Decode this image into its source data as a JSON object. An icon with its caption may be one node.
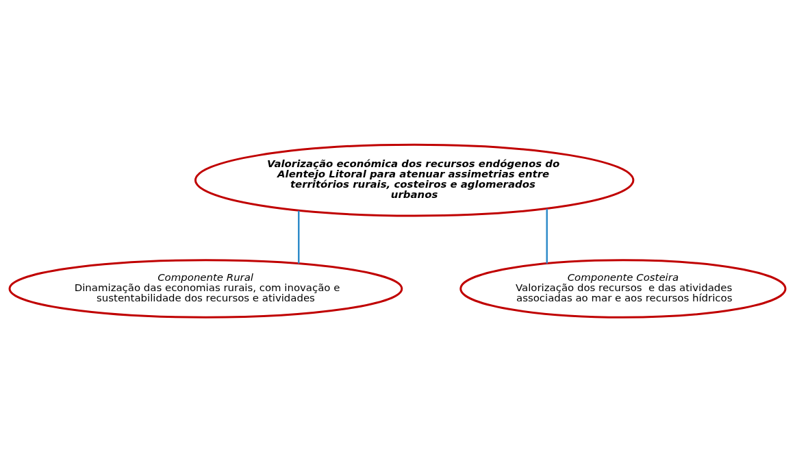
{
  "diagram": {
    "nodes": [
      {
        "text": [
          "Valorização económica dos recursos endógenos do Alentejo Litoral para atenuar assimetrias entre territórios rurais, costeiros e aglomerados urbanos"
        ]
      },
      {
        "text": [
          "Componente Rural",
          "Dinamização das economias rurais, com inovação e sustentabilidade dos recursos e atividades"
        ]
      },
      {
        "text": [
          "Componente Costeira",
          "Valorização dos recursos  e das atividades associadas ao mar e aos recursos hídricos"
        ]
      }
    ],
    "edges": [
      {
        "from": 0,
        "to": 1,
        "arrow": "none"
      },
      {
        "from": 0,
        "to": 2,
        "arrow": "none"
      }
    ]
  }
}
